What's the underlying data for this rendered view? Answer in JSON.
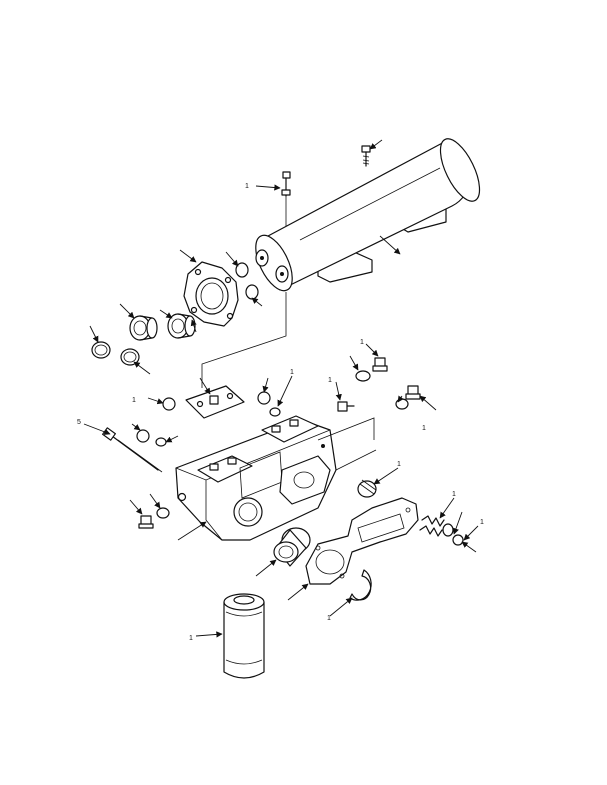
{
  "figure": {
    "callouts": [
      "1",
      "1",
      "1",
      "1",
      "1",
      "1",
      "5",
      "1",
      "1",
      "1",
      "1",
      "1"
    ]
  }
}
